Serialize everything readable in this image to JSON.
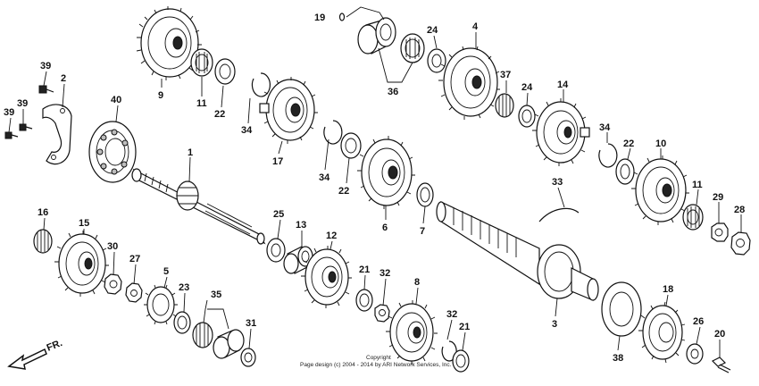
{
  "diagram": {
    "callouts": [
      {
        "id": "9",
        "text": "9"
      },
      {
        "id": "11a",
        "text": "11"
      },
      {
        "id": "22a",
        "text": "22"
      },
      {
        "id": "34a",
        "text": "34"
      },
      {
        "id": "17",
        "text": "17"
      },
      {
        "id": "19",
        "text": "19"
      },
      {
        "id": "36",
        "text": "36"
      },
      {
        "id": "24a",
        "text": "24"
      },
      {
        "id": "4",
        "text": "4"
      },
      {
        "id": "37",
        "text": "37"
      },
      {
        "id": "24b",
        "text": "24"
      },
      {
        "id": "14",
        "text": "14"
      },
      {
        "id": "34b",
        "text": "34"
      },
      {
        "id": "22b",
        "text": "22"
      },
      {
        "id": "10",
        "text": "10"
      },
      {
        "id": "11b",
        "text": "11"
      },
      {
        "id": "29",
        "text": "29"
      },
      {
        "id": "28",
        "text": "28"
      },
      {
        "id": "39a",
        "text": "39"
      },
      {
        "id": "2",
        "text": "2"
      },
      {
        "id": "39b",
        "text": "39"
      },
      {
        "id": "39c",
        "text": "39"
      },
      {
        "id": "40",
        "text": "40"
      },
      {
        "id": "1",
        "text": "1"
      },
      {
        "id": "34c",
        "text": "34"
      },
      {
        "id": "22c",
        "text": "22"
      },
      {
        "id": "6",
        "text": "6"
      },
      {
        "id": "7",
        "text": "7"
      },
      {
        "id": "33",
        "text": "33"
      },
      {
        "id": "16",
        "text": "16"
      },
      {
        "id": "15",
        "text": "15"
      },
      {
        "id": "30",
        "text": "30"
      },
      {
        "id": "27",
        "text": "27"
      },
      {
        "id": "25",
        "text": "25"
      },
      {
        "id": "13",
        "text": "13"
      },
      {
        "id": "12",
        "text": "12"
      },
      {
        "id": "5",
        "text": "5"
      },
      {
        "id": "23",
        "text": "23"
      },
      {
        "id": "35",
        "text": "35"
      },
      {
        "id": "31",
        "text": "31"
      },
      {
        "id": "21a",
        "text": "21"
      },
      {
        "id": "32a",
        "text": "32"
      },
      {
        "id": "8",
        "text": "8"
      },
      {
        "id": "32b",
        "text": "32"
      },
      {
        "id": "21b",
        "text": "21"
      },
      {
        "id": "3",
        "text": "3"
      },
      {
        "id": "18",
        "text": "18"
      },
      {
        "id": "38",
        "text": "38"
      },
      {
        "id": "26",
        "text": "26"
      },
      {
        "id": "20",
        "text": "20"
      }
    ],
    "direction_label": "FR.",
    "copyright_line1": "Copyright",
    "copyright_line2": "Page design (c) 2004 - 2014 by ARI Network Services, Inc."
  }
}
